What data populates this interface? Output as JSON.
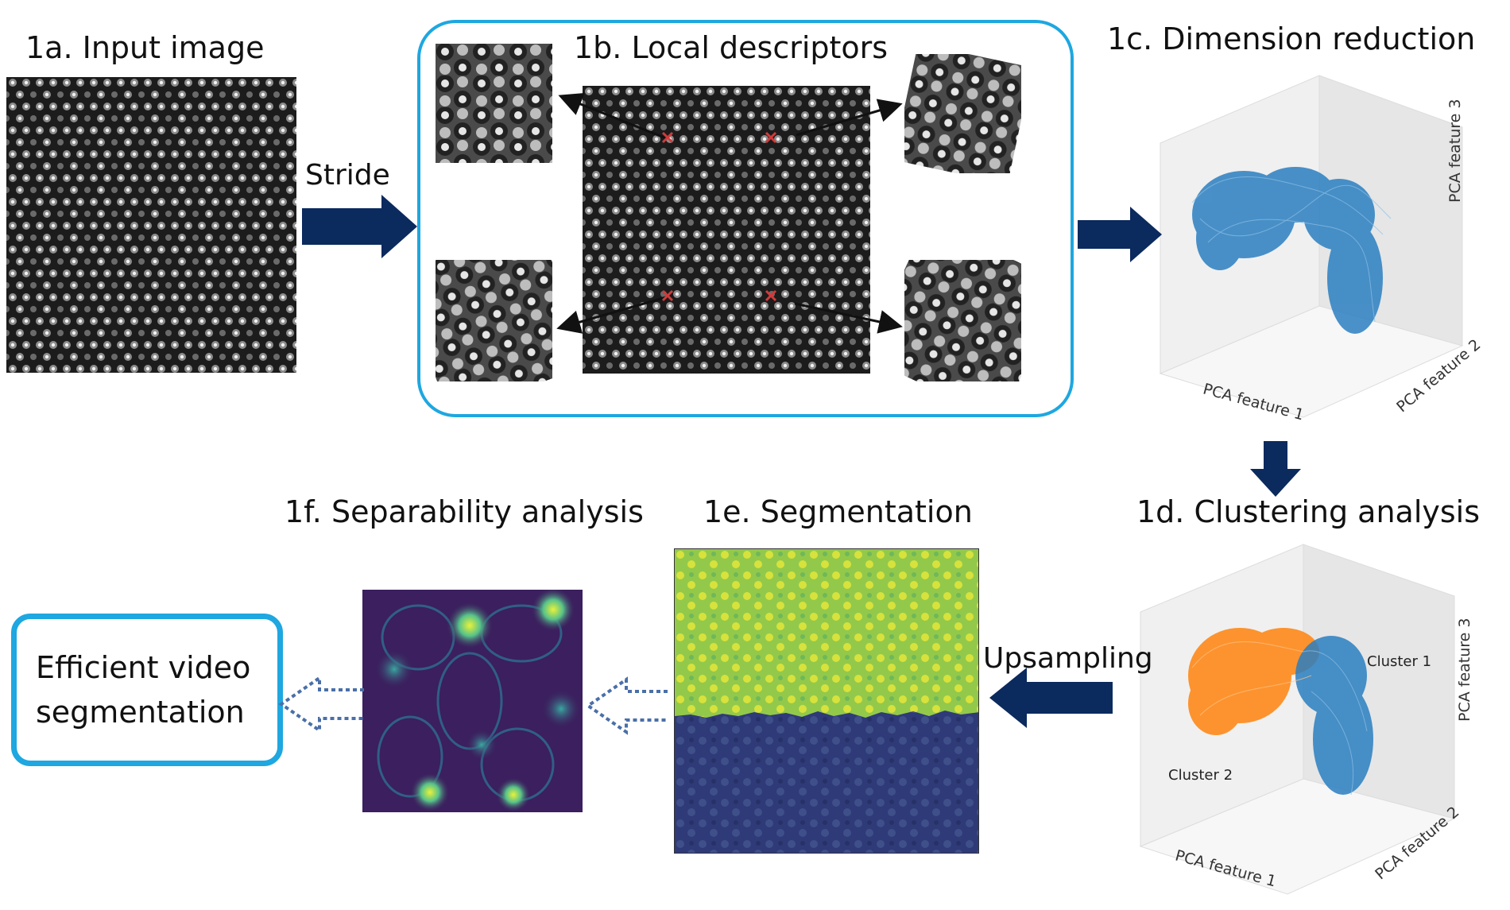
{
  "steps": {
    "a": {
      "title": "1a. Input image"
    },
    "b": {
      "title": "1b. Local descriptors"
    },
    "c": {
      "title": "1c. Dimension reduction"
    },
    "d": {
      "title": "1d. Clustering analysis"
    },
    "e": {
      "title": "1e. Segmentation"
    },
    "f": {
      "title": "1f. Separability analysis"
    }
  },
  "arrows": {
    "stride": "Stride",
    "upsampling": "Upsampling"
  },
  "pca_axes": {
    "x": "PCA feature 1",
    "y": "PCA feature 2",
    "z": "PCA feature 3"
  },
  "clusters": {
    "c1": "Cluster 1",
    "c2": "Cluster 2"
  },
  "output_box": {
    "line1": "Efficient video",
    "line2": "segmentation"
  },
  "colors": {
    "frame_blue": "#1ea7e0",
    "arrow_navy": "#0b2a5e",
    "dotted_arrow": "#4a6fa8",
    "cluster1": "#2b7fc1",
    "cluster2": "#ff8a1a",
    "marker_red": "#d23a3a",
    "seg_top": "#b6d43a",
    "seg_bottom": "#2f3f7a"
  }
}
